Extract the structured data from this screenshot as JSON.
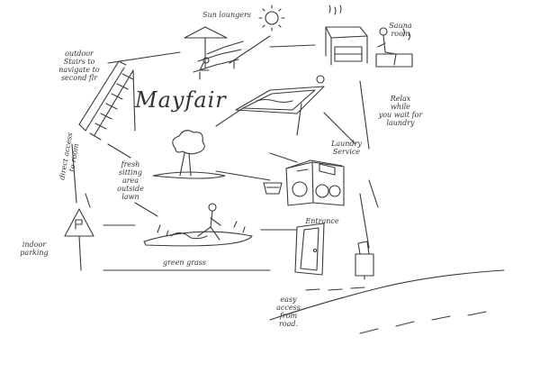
{
  "title": "Mayfair",
  "labels": {
    "outdoor_stairs": "outdoor\nStairs to\nnavigate to\nsecond flr",
    "sun_loungers": "Sun loungers",
    "sauna": "Sauna\nroom",
    "relax_while": "Relax\nwhile\nyou wait for\nlaundry",
    "laundry_service": "Laundry\nService",
    "direct_access": "direct access\nto room",
    "fresh_sitting": "fresh\nsitting\narea\noutside\nlawn",
    "indoor_parking": "indoor\nparking",
    "entrance": "Entrance",
    "green_grass": "green grass",
    "easy_access": "easy\naccess\nfrom\nroad."
  },
  "icons": {
    "sun": "sun-icon",
    "parking_sign": "parking-sign-icon",
    "tree": "tree-icon",
    "washing_machine": "washing-machine-icon",
    "sauna": "sauna-icon",
    "pool": "pool-icon",
    "stairs": "stairs-icon",
    "loungers": "sun-lounger-icon",
    "door": "door-icon",
    "luggage": "luggage-icon",
    "basket": "laundry-basket-icon",
    "person": "person-icon"
  },
  "colors": {
    "ink": "#3a3a3a",
    "paper": "#ffffff"
  }
}
